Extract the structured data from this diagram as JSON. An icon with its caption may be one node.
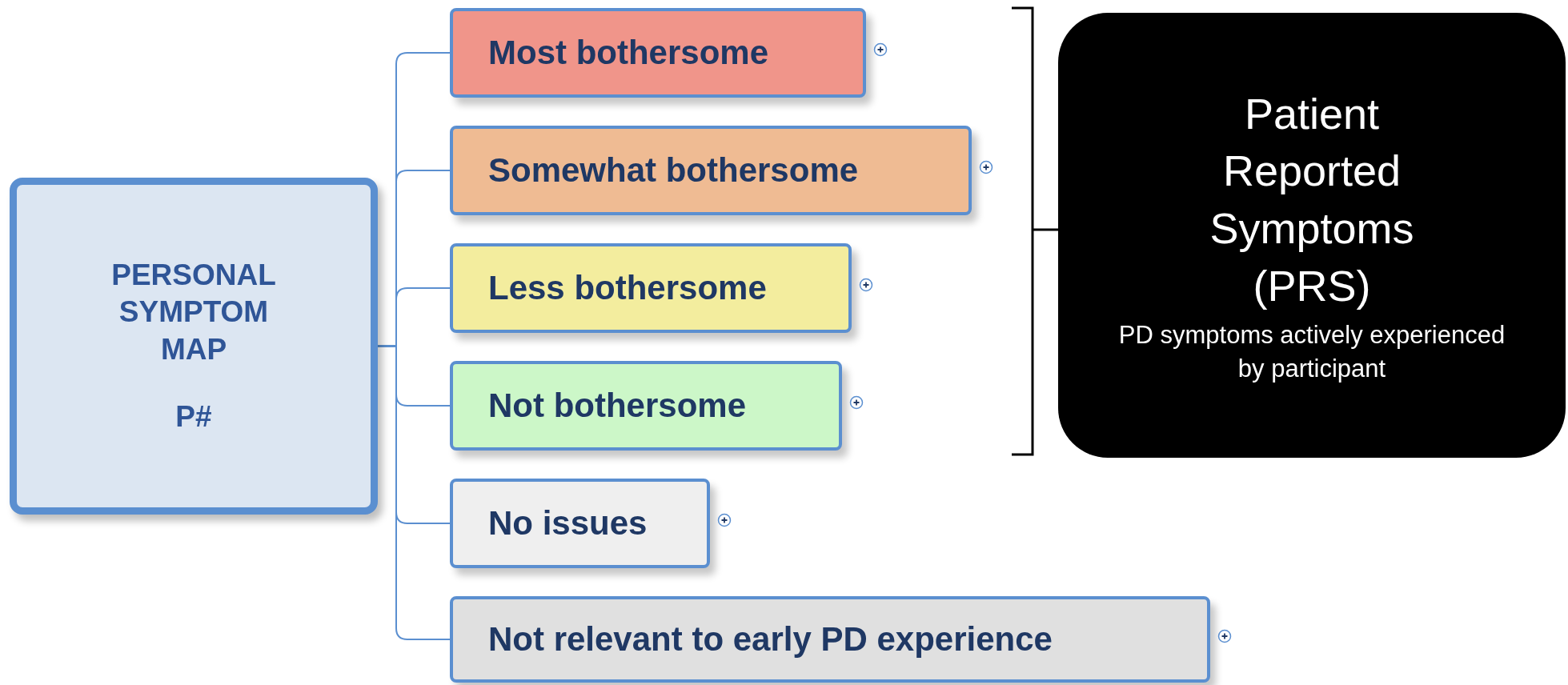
{
  "diagram": {
    "nodes": [
      {
        "text": [
          "PERSONAL SYMPTOM MAP",
          "P#"
        ]
      },
      {
        "text": [
          "Most bothersome"
        ]
      },
      {
        "text": [
          "Somewhat bothersome"
        ]
      },
      {
        "text": [
          "Less bothersome"
        ]
      },
      {
        "text": [
          "Not bothersome"
        ]
      },
      {
        "text": [
          "No issues"
        ]
      },
      {
        "text": [
          "Not relevant to early PD experience"
        ]
      },
      {
        "text": [
          "Patient Reported Symptoms (PRS)",
          "PD symptoms actively experienced by participant"
        ]
      }
    ],
    "edges": [
      {
        "from": 0,
        "to": 1,
        "arrow": "none"
      },
      {
        "from": 0,
        "to": 2,
        "arrow": "none"
      },
      {
        "from": 0,
        "to": 3,
        "arrow": "none"
      },
      {
        "from": 0,
        "to": 4,
        "arrow": "none"
      },
      {
        "from": 0,
        "to": 5,
        "arrow": "none"
      },
      {
        "from": 0,
        "to": 6,
        "arrow": "none"
      }
    ]
  }
}
